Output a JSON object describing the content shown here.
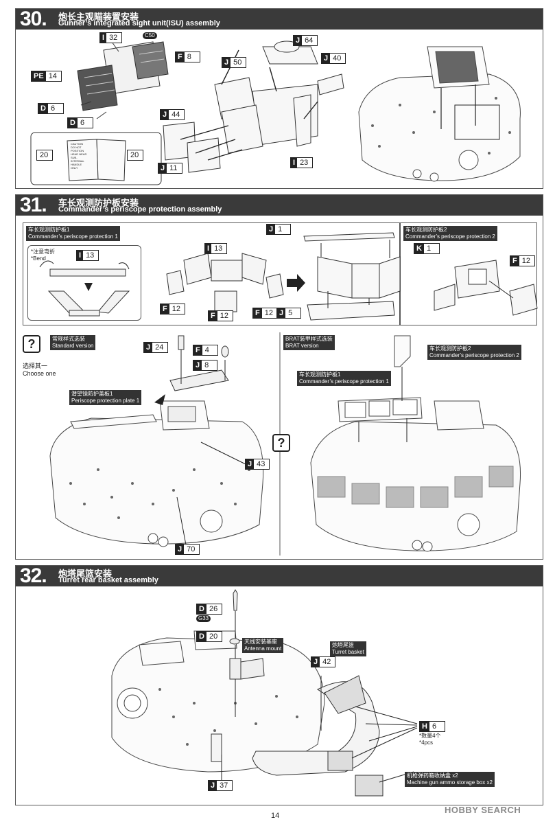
{
  "step30": {
    "num": "30.",
    "title_cn": "炮长主观瞄装置安装",
    "title_en": "Gunner’s integrated sight unit(ISU) assembly",
    "parts": {
      "i32": {
        "l": "I",
        "n": "32"
      },
      "c50": "C50",
      "f8": {
        "l": "F",
        "n": "8"
      },
      "pe14": {
        "l": "PE",
        "n": "14"
      },
      "d6a": {
        "l": "D",
        "n": "6"
      },
      "d6b": {
        "l": "D",
        "n": "6"
      },
      "j50": {
        "l": "J",
        "n": "50"
      },
      "j64": {
        "l": "J",
        "n": "64"
      },
      "j40": {
        "l": "J",
        "n": "40"
      },
      "j44": {
        "l": "J",
        "n": "44"
      },
      "j11": {
        "l": "J",
        "n": "11"
      },
      "i23": {
        "l": "I",
        "n": "23"
      },
      "p20a": "20",
      "p20b": "20"
    },
    "caution_text": "CAUTION\nDO NOT\nPOSITION\nHEAD NEAR\nSUB-\nINTERNAL\nHANDLE\nONLY"
  },
  "step31": {
    "num": "31.",
    "title_cn": "车长观测防护板安装",
    "title_en": "Commander’s periscope protection assembly",
    "sub1": {
      "cn": "车长观测防护板1",
      "en": "Commander’s periscope protection 1"
    },
    "sub2": {
      "cn": "车长观测防护板2",
      "en": "Commander’s periscope protection 2"
    },
    "bend_note_cn": "*注意弯折",
    "bend_note_en": "*Bend",
    "parts": {
      "i13a": {
        "l": "I",
        "n": "13"
      },
      "i13b": {
        "l": "I",
        "n": "13"
      },
      "f12a": {
        "l": "F",
        "n": "12"
      },
      "f12b": {
        "l": "F",
        "n": "12"
      },
      "f12c": {
        "l": "F",
        "n": "12"
      },
      "j1": {
        "l": "J",
        "n": "1"
      },
      "j5": {
        "l": "J",
        "n": "5"
      },
      "k1": {
        "l": "K",
        "n": "1"
      },
      "f12d": {
        "l": "F",
        "n": "12"
      },
      "j24": {
        "l": "J",
        "n": "24"
      },
      "f4": {
        "l": "F",
        "n": "4"
      },
      "j8": {
        "l": "J",
        "n": "8"
      },
      "j43": {
        "l": "J",
        "n": "43"
      },
      "j70": {
        "l": "J",
        "n": "70"
      }
    },
    "standard": {
      "cn": "常规样式选装",
      "en": "Standard version"
    },
    "choose_cn": "选择其一",
    "choose_en": "Choose one",
    "plate1": {
      "cn": "潜望镜防护盖板1",
      "en": "Periscope protection plate 1"
    },
    "brat": {
      "cn": "BRAT装甲样式选装",
      "en": "BRAT version"
    },
    "brat_prot2": {
      "cn": "车长观测防护板2",
      "en": "Commander’s periscope protection 2"
    },
    "brat_prot1": {
      "cn": "车长观测防护板1",
      "en": "Commander’s periscope protection 1"
    },
    "q": "?"
  },
  "step32": {
    "num": "32.",
    "title_cn": "炮塔尾篮安装",
    "title_en": "Turret rear basket assembly",
    "parts": {
      "d26": {
        "l": "D",
        "n": "26"
      },
      "g33": "G33",
      "d20": {
        "l": "D",
        "n": "20"
      },
      "j42": {
        "l": "J",
        "n": "42"
      },
      "h6": {
        "l": "H",
        "n": "6"
      },
      "j37": {
        "l": "J",
        "n": "37"
      }
    },
    "antenna": {
      "cn": "天线安装基座",
      "en": "Antenna mount"
    },
    "basket": {
      "cn": "炮塔尾篮",
      "en": "Turret basket"
    },
    "qty_cn": "*数量4个",
    "qty_en": "*4pcs",
    "ammo": {
      "cn": "机枪弹药箱收纳盒 x2",
      "en": "Machine gun ammo storage box x2"
    }
  },
  "page_number": "14",
  "watermark": "HOBBY SEARCH"
}
